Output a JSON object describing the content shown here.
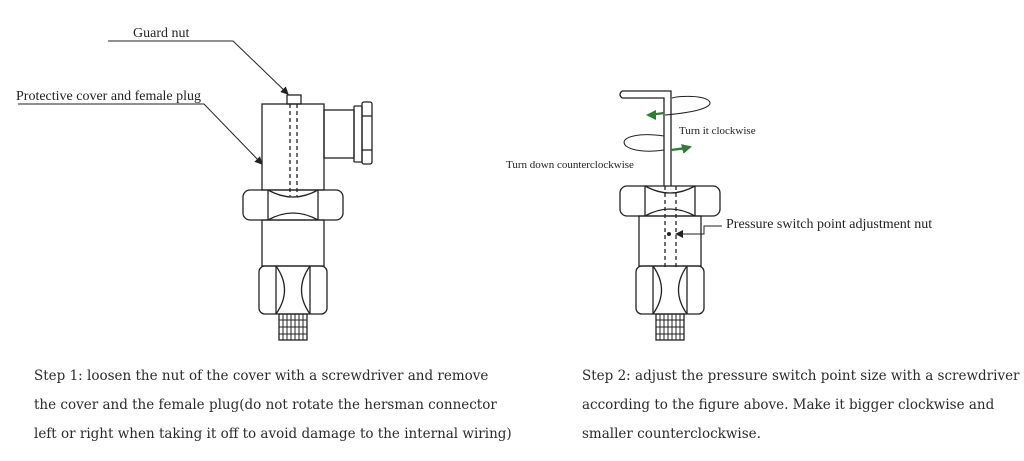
{
  "colors": {
    "line": "#222222",
    "arrow_green": "#2e7d32",
    "text": "#2a2a2a",
    "background": "#ffffff"
  },
  "figure1": {
    "labels": {
      "guard_nut": "Guard nut",
      "protective_cover": "Protective cover and female plug"
    },
    "caption_lines": [
      "Step 1: loosen the nut of the cover with a screwdriver and remove",
      "the cover and the female plug(do not rotate the hersman connector",
      "left or right when taking it off to avoid damage to the internal wiring)"
    ]
  },
  "figure2": {
    "labels": {
      "turn_clockwise": "Turn it clockwise",
      "turn_counterclockwise": "Turn down counterclockwise",
      "adjustment_nut": "Pressure switch point adjustment nut"
    },
    "caption_lines": [
      "Step 2: adjust the pressure switch point size with a screwdriver",
      "according to the figure above. Make it bigger clockwise and",
      "smaller counterclockwise."
    ]
  }
}
